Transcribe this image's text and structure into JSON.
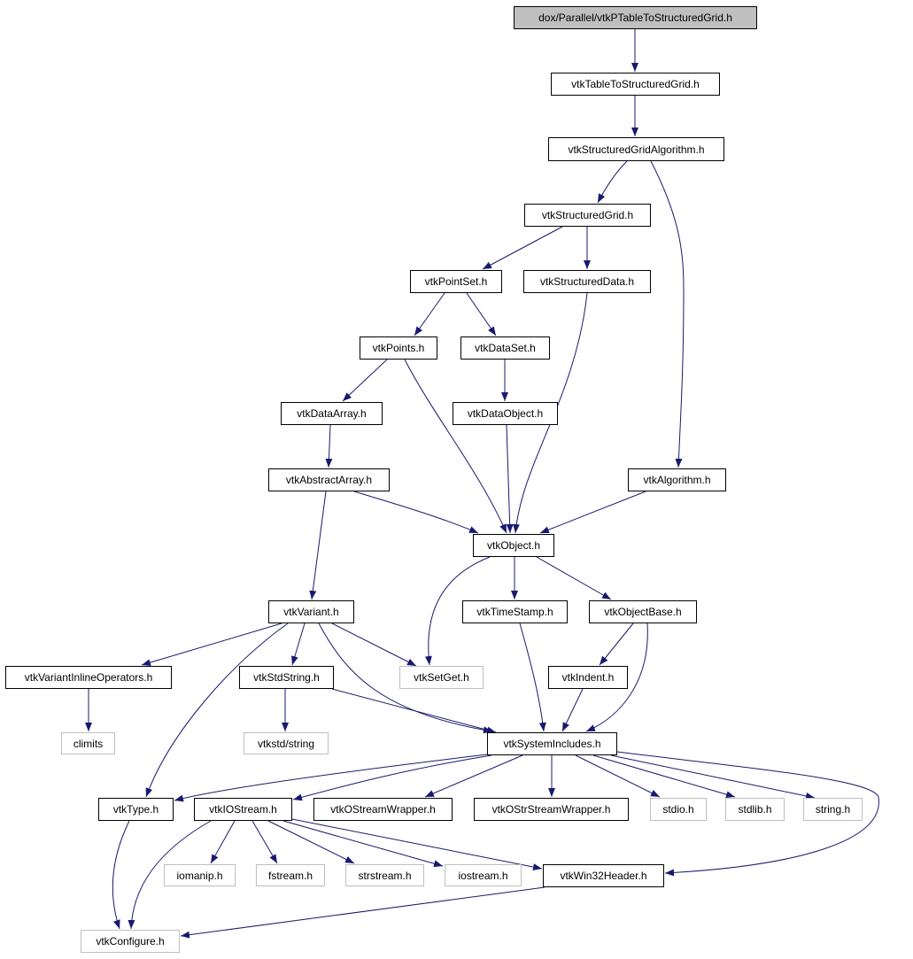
{
  "graph": {
    "edge_color": "#191970",
    "nodes": {
      "root": {
        "label": "dox/Parallel/vtkPTableToStructuredGrid.h",
        "kind": "root"
      },
      "ttsg": {
        "label": "vtkTableToStructuredGrid.h",
        "kind": "doc"
      },
      "sga": {
        "label": "vtkStructuredGridAlgorithm.h",
        "kind": "doc"
      },
      "sg": {
        "label": "vtkStructuredGrid.h",
        "kind": "doc"
      },
      "ps": {
        "label": "vtkPointSet.h",
        "kind": "doc"
      },
      "sd": {
        "label": "vtkStructuredData.h",
        "kind": "doc"
      },
      "pts": {
        "label": "vtkPoints.h",
        "kind": "doc"
      },
      "ds": {
        "label": "vtkDataSet.h",
        "kind": "doc"
      },
      "da": {
        "label": "vtkDataArray.h",
        "kind": "doc"
      },
      "dobj": {
        "label": "vtkDataObject.h",
        "kind": "doc"
      },
      "aa": {
        "label": "vtkAbstractArray.h",
        "kind": "doc"
      },
      "alg": {
        "label": "vtkAlgorithm.h",
        "kind": "doc"
      },
      "obj": {
        "label": "vtkObject.h",
        "kind": "doc"
      },
      "var": {
        "label": "vtkVariant.h",
        "kind": "doc"
      },
      "ts": {
        "label": "vtkTimeStamp.h",
        "kind": "doc"
      },
      "ob": {
        "label": "vtkObjectBase.h",
        "kind": "doc"
      },
      "vio": {
        "label": "vtkVariantInlineOperators.h",
        "kind": "doc"
      },
      "ss": {
        "label": "vtkStdString.h",
        "kind": "doc"
      },
      "sgt": {
        "label": "vtkSetGet.h",
        "kind": "ext"
      },
      "ind": {
        "label": "vtkIndent.h",
        "kind": "doc"
      },
      "clim": {
        "label": "climits",
        "kind": "ext"
      },
      "stdstr": {
        "label": "vtkstd/string",
        "kind": "ext"
      },
      "si": {
        "label": "vtkSystemIncludes.h",
        "kind": "doc"
      },
      "type": {
        "label": "vtkType.h",
        "kind": "doc"
      },
      "ios": {
        "label": "vtkIOStream.h",
        "kind": "doc"
      },
      "osw": {
        "label": "vtkOStreamWrapper.h",
        "kind": "doc"
      },
      "ossw": {
        "label": "vtkOStrStreamWrapper.h",
        "kind": "doc"
      },
      "stdio": {
        "label": "stdio.h",
        "kind": "ext"
      },
      "stdlib": {
        "label": "stdlib.h",
        "kind": "ext"
      },
      "string": {
        "label": "string.h",
        "kind": "ext"
      },
      "iomanip": {
        "label": "iomanip.h",
        "kind": "ext"
      },
      "fstream": {
        "label": "fstream.h",
        "kind": "ext"
      },
      "strstream": {
        "label": "strstream.h",
        "kind": "ext"
      },
      "iostream": {
        "label": "iostream.h",
        "kind": "ext"
      },
      "w32": {
        "label": "vtkWin32Header.h",
        "kind": "doc"
      },
      "conf": {
        "label": "vtkConfigure.h",
        "kind": "ext"
      }
    },
    "edges": [
      [
        "root",
        "ttsg"
      ],
      [
        "ttsg",
        "sga"
      ],
      [
        "sga",
        "sg"
      ],
      [
        "sga",
        "alg"
      ],
      [
        "sg",
        "ps"
      ],
      [
        "sg",
        "sd"
      ],
      [
        "ps",
        "pts"
      ],
      [
        "ps",
        "ds"
      ],
      [
        "sd",
        "obj"
      ],
      [
        "pts",
        "da"
      ],
      [
        "pts",
        "obj"
      ],
      [
        "ds",
        "dobj"
      ],
      [
        "dobj",
        "obj"
      ],
      [
        "da",
        "aa"
      ],
      [
        "aa",
        "obj"
      ],
      [
        "alg",
        "obj"
      ],
      [
        "aa",
        "var"
      ],
      [
        "obj",
        "sgt"
      ],
      [
        "obj",
        "ts"
      ],
      [
        "obj",
        "ob"
      ],
      [
        "var",
        "vio"
      ],
      [
        "var",
        "ss"
      ],
      [
        "var",
        "sgt"
      ],
      [
        "var",
        "type"
      ],
      [
        "var",
        "si"
      ],
      [
        "ob",
        "ind"
      ],
      [
        "ob",
        "si"
      ],
      [
        "ts",
        "si"
      ],
      [
        "ind",
        "si"
      ],
      [
        "vio",
        "clim"
      ],
      [
        "ss",
        "stdstr"
      ],
      [
        "ss",
        "si"
      ],
      [
        "si",
        "type"
      ],
      [
        "si",
        "ios"
      ],
      [
        "si",
        "osw"
      ],
      [
        "si",
        "ossw"
      ],
      [
        "si",
        "stdio"
      ],
      [
        "si",
        "stdlib"
      ],
      [
        "si",
        "string"
      ],
      [
        "si",
        "w32"
      ],
      [
        "type",
        "conf"
      ],
      [
        "ios",
        "conf"
      ],
      [
        "ios",
        "iomanip"
      ],
      [
        "ios",
        "fstream"
      ],
      [
        "ios",
        "strstream"
      ],
      [
        "ios",
        "iostream"
      ],
      [
        "ios",
        "w32"
      ],
      [
        "w32",
        "conf"
      ]
    ]
  }
}
